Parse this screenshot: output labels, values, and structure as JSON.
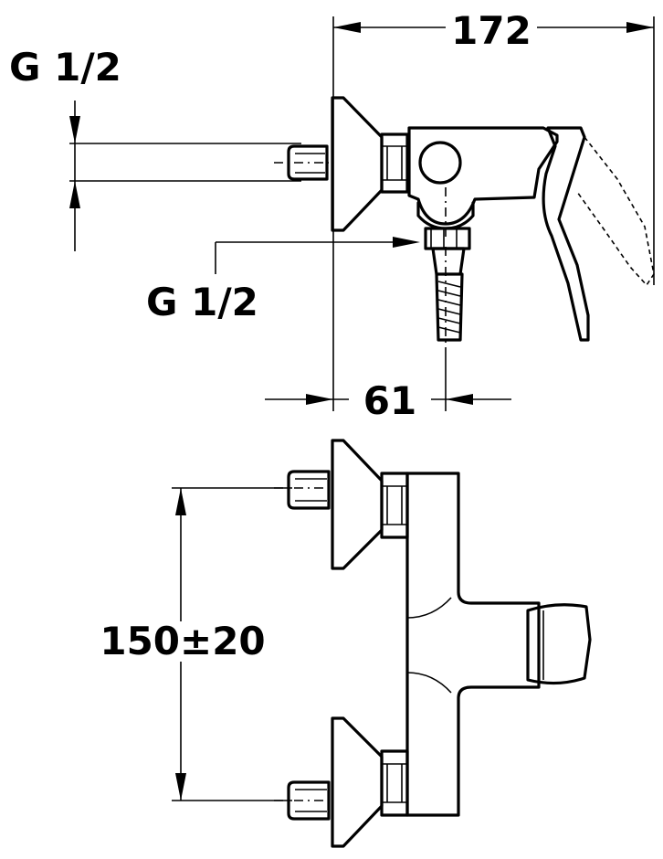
{
  "labels": {
    "dim_width": "172",
    "thread_inlet": "G 1/2",
    "thread_outlet": "G 1/2",
    "dim_offset": "61",
    "dim_centers": "150±20"
  }
}
